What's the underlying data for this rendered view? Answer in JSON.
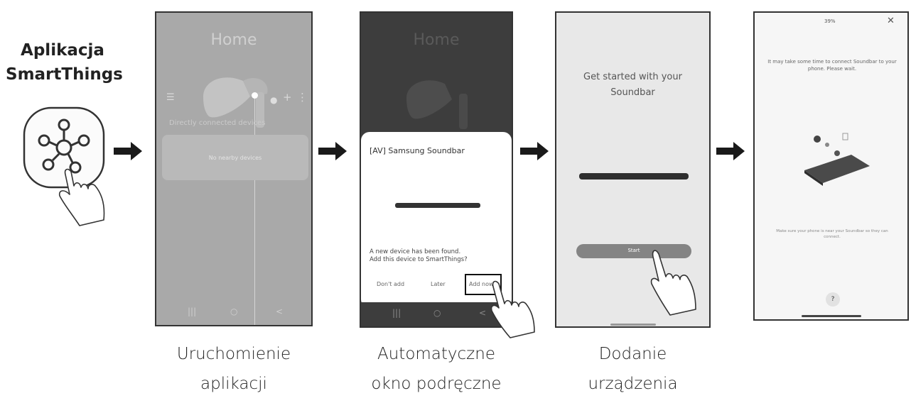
{
  "app": {
    "title_line1": "Aplikacja",
    "title_line2": "SmartThings",
    "icon": "smartthings-app-icon"
  },
  "steps": [
    {
      "caption_line1": "Uruchomienie",
      "caption_line2": "aplikacji",
      "screen": {
        "title": "Home",
        "menu_icon": "menu-icon",
        "plus_icon": "plus-icon",
        "section_label": "Directly connected devices",
        "card_text": "No nearby devices"
      }
    },
    {
      "caption_line1": "Automatyczne",
      "caption_line2": "okno podręczne",
      "screen": {
        "title": "Home",
        "device_name": "[AV] Samsung Soundbar",
        "message_line1": "A new device has been found.",
        "message_line2": "Add this device to SmartThings?",
        "btn_dont_add": "Don't add",
        "btn_later": "Later",
        "btn_add_now": "Add now"
      }
    },
    {
      "caption_line1": "Dodanie",
      "caption_line2": "urządzenia",
      "screen": {
        "title_line1": "Get started with your",
        "title_line2": "Soundbar",
        "start_label": "Start"
      }
    },
    {
      "screen": {
        "progress": "39%",
        "close_icon": "close-icon",
        "message": "It may take some time to connect Soundbar to your phone. Please wait.",
        "note": "Make sure your phone is near your Soundbar so they can connect.",
        "help_label": "?"
      }
    }
  ],
  "nav": {
    "recent_glyph": "|||",
    "home_glyph": "○",
    "back_glyph": "<"
  },
  "colors": {
    "arrow": "#1a1a1a",
    "screen1_bg": "#a9a9a9",
    "screen2_bg": "#3d3d3d",
    "screen3_bg": "#e8e8e8",
    "screen4_bg": "#f6f6f6"
  }
}
